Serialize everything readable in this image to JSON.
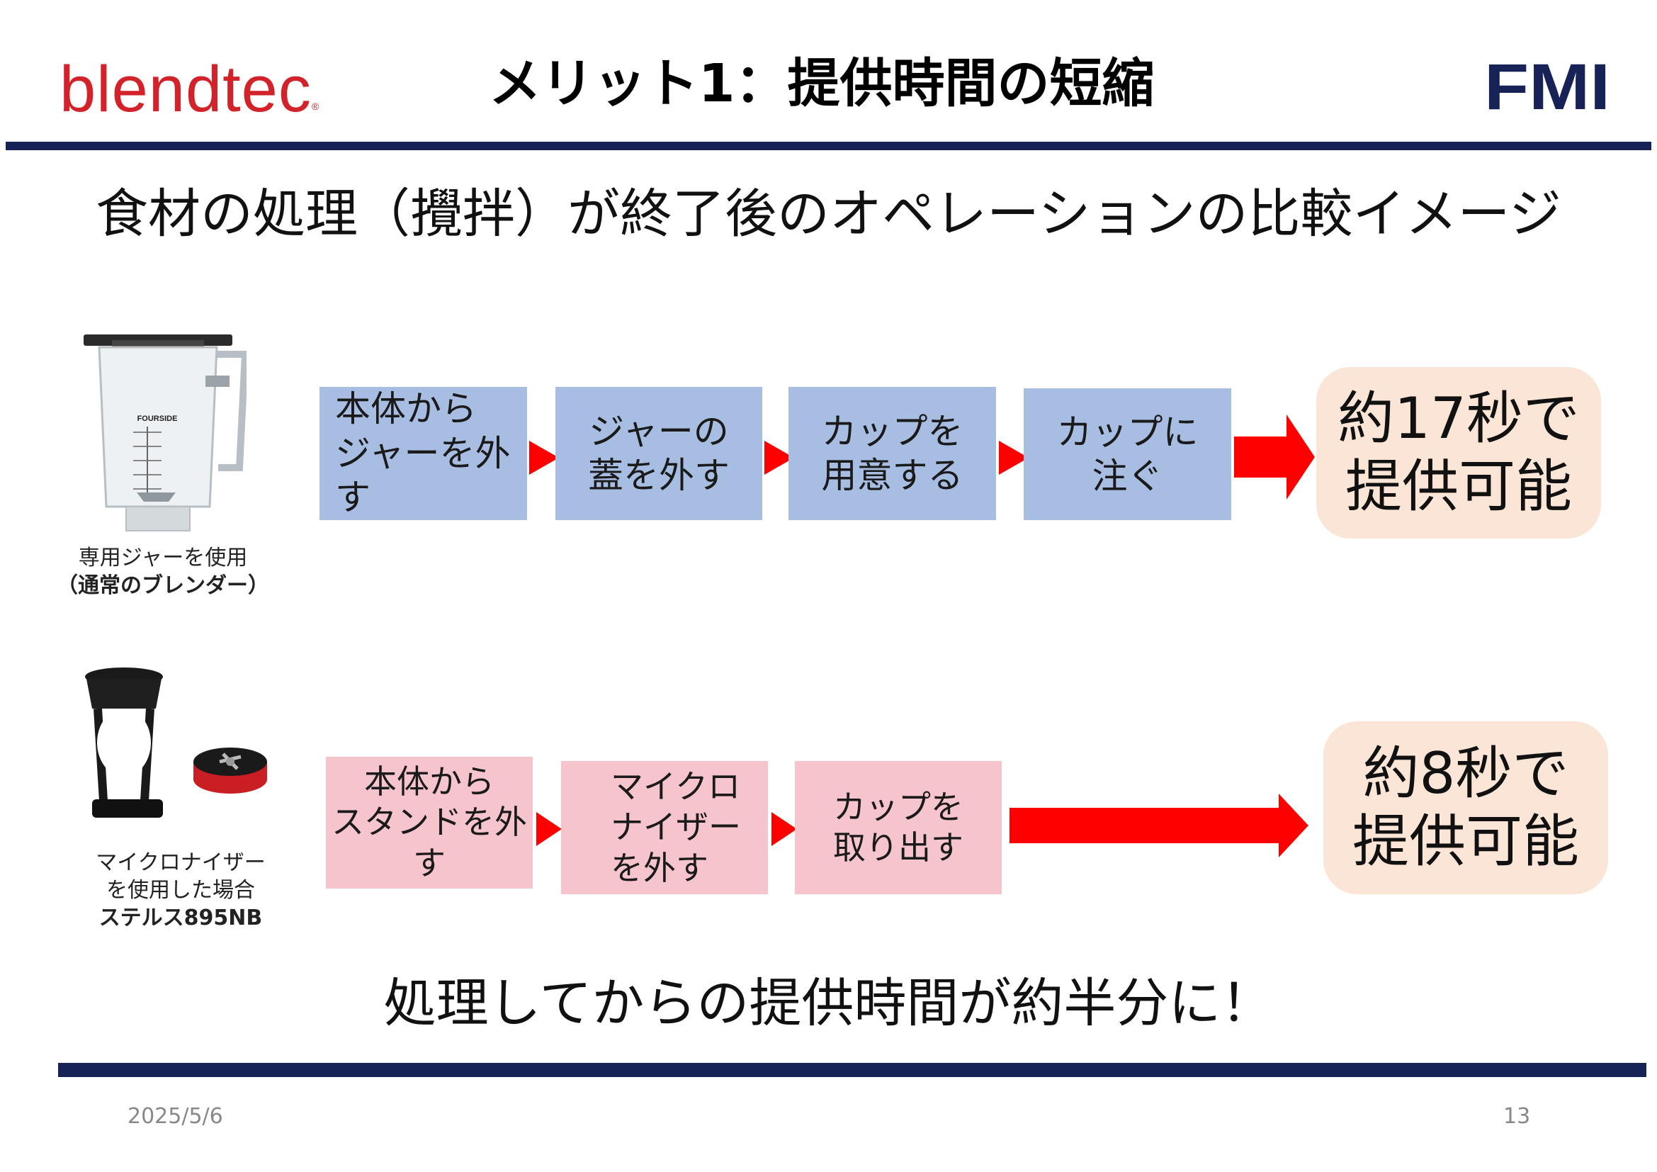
{
  "header": {
    "left_logo_text": "blendtec",
    "left_logo_mark": "®",
    "title": "メリット1：提供時間の短縮",
    "right_logo_text": "FMI",
    "brand_red": "#d2232a",
    "brand_navy": "#172357"
  },
  "subtitle": "食材の処理（攪拌）が終了後のオペレーションの比較イメージ",
  "row1": {
    "image_icon": "blender-jar-image",
    "image_label": "FOURSIDE",
    "caption_line1": "専用ジャーを使用",
    "caption_line2": "（通常のブレンダー）",
    "steps": [
      "本体から\nジャーを外す",
      "ジャーの\n蓋を外す",
      "カップを\n用意する",
      "カップに\n注ぐ"
    ],
    "result": "約17秒で\n提供可能",
    "step_color": "#a7bde2"
  },
  "row2": {
    "image_icon": "micronizer-stand-image",
    "caption_line1": "マイクロナイザー",
    "caption_line2": "を使用した場合",
    "caption_line3": "ステルス895NB",
    "steps": [
      "本体から\nスタンドを外す",
      "マイクロ\nナイザー\nを外す",
      "カップを\n取り出す"
    ],
    "result": "約8秒で\n提供可能",
    "step_color": "#f5c4cc"
  },
  "result_color": "#fbe5d6",
  "arrow_color": "#ff0000",
  "conclusion": "処理してからの提供時間が約半分に！",
  "footer": {
    "date": "2025/5/6",
    "page": "13"
  }
}
